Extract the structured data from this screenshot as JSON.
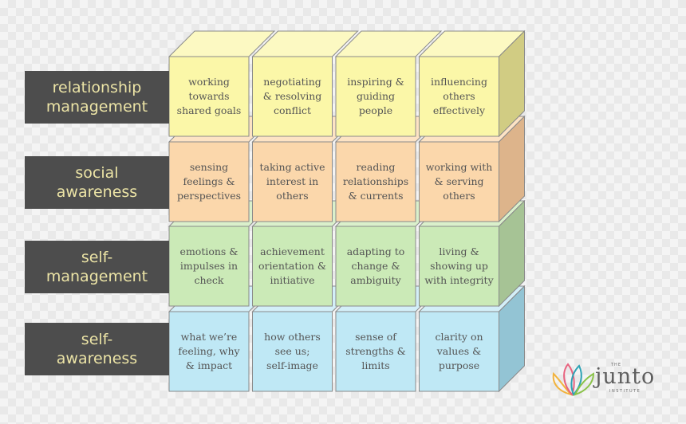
{
  "colors": {
    "label_bg": "#4d4d4d",
    "label_text": "#ece4a6",
    "cell_text": "#555555",
    "outline": "#8a8a8a"
  },
  "rows": [
    {
      "label_lines": [
        "relationship",
        "management"
      ],
      "front": "#fbf7a8",
      "top": "#fcf9c2",
      "side": "#d1cc83",
      "cells": [
        [
          "working",
          "towards",
          "shared goals"
        ],
        [
          "negotiating",
          "& resolving",
          "conflict"
        ],
        [
          "inspiring &",
          "guiding",
          "people"
        ],
        [
          "influencing",
          "others",
          "effectively"
        ]
      ]
    },
    {
      "label_lines": [
        "social",
        "awareness"
      ],
      "front": "#fbd7ab",
      "top": "#fde3c4",
      "side": "#ddb48b",
      "cells": [
        [
          "sensing",
          "feelings &",
          "perspectives"
        ],
        [
          "taking active",
          "interest in",
          "others"
        ],
        [
          "reading",
          "relationships",
          "& currents"
        ],
        [
          "working with",
          "& serving",
          "others"
        ]
      ]
    },
    {
      "label_lines": [
        "self-",
        "management"
      ],
      "front": "#cbeab7",
      "top": "#daf0cb",
      "side": "#a6c395",
      "cells": [
        [
          "emotions &",
          "impulses in",
          "check"
        ],
        [
          "achievement",
          "orientation &",
          "initiative"
        ],
        [
          "adapting to",
          "change &",
          "ambiguity"
        ],
        [
          "living &",
          "showing up",
          "with integrity"
        ]
      ]
    },
    {
      "label_lines": [
        "self-",
        "awareness"
      ],
      "front": "#bfe8f5",
      "top": "#d3eff8",
      "side": "#93c4d4",
      "cells": [
        [
          "what we’re",
          "feeling, why",
          "& impact"
        ],
        [
          "how others",
          "see us;",
          "self-image"
        ],
        [
          "sense of",
          "strengths &",
          "limits"
        ],
        [
          "clarity on",
          "values &",
          "purpose"
        ]
      ]
    }
  ],
  "logo": {
    "the": "THE",
    "word": "junto",
    "sub": "INSTITUTE",
    "petal_colors": [
      "#f2b33d",
      "#e8637f",
      "#2fa3b5",
      "#8bc34a"
    ]
  }
}
